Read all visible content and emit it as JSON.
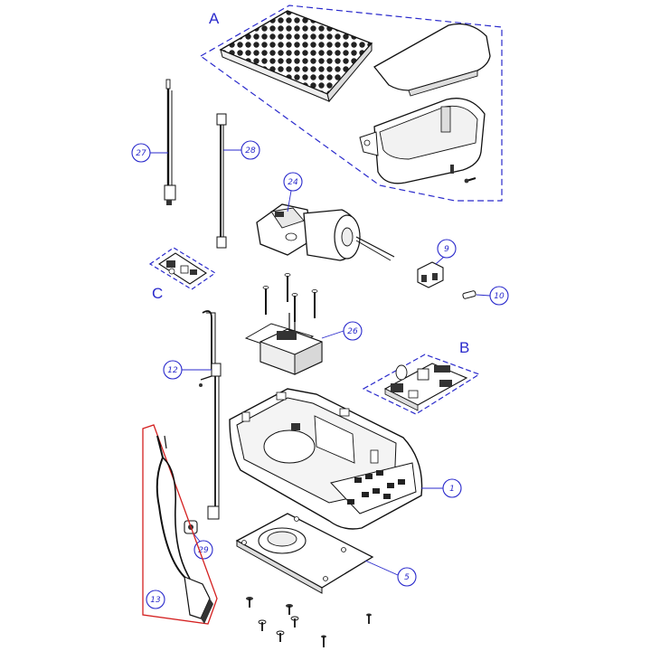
{
  "groups": {
    "A": {
      "label": "A",
      "color": "#2a2acc"
    },
    "B": {
      "label": "B",
      "color": "#2a2acc"
    },
    "C": {
      "label": "C",
      "color": "#2a2acc"
    }
  },
  "callouts": [
    {
      "id": "c27",
      "label": "27"
    },
    {
      "id": "c28",
      "label": "28"
    },
    {
      "id": "c24",
      "label": "24"
    },
    {
      "id": "c9",
      "label": "9"
    },
    {
      "id": "c10",
      "label": "10"
    },
    {
      "id": "c26",
      "label": "26"
    },
    {
      "id": "c12",
      "label": "12"
    },
    {
      "id": "c1",
      "label": "1"
    },
    {
      "id": "c29",
      "label": "29"
    },
    {
      "id": "c5",
      "label": "5"
    },
    {
      "id": "c13",
      "label": "13"
    }
  ],
  "colors": {
    "callout": "#2a2acc",
    "group13_outline": "#d42020",
    "line": "#111111"
  }
}
